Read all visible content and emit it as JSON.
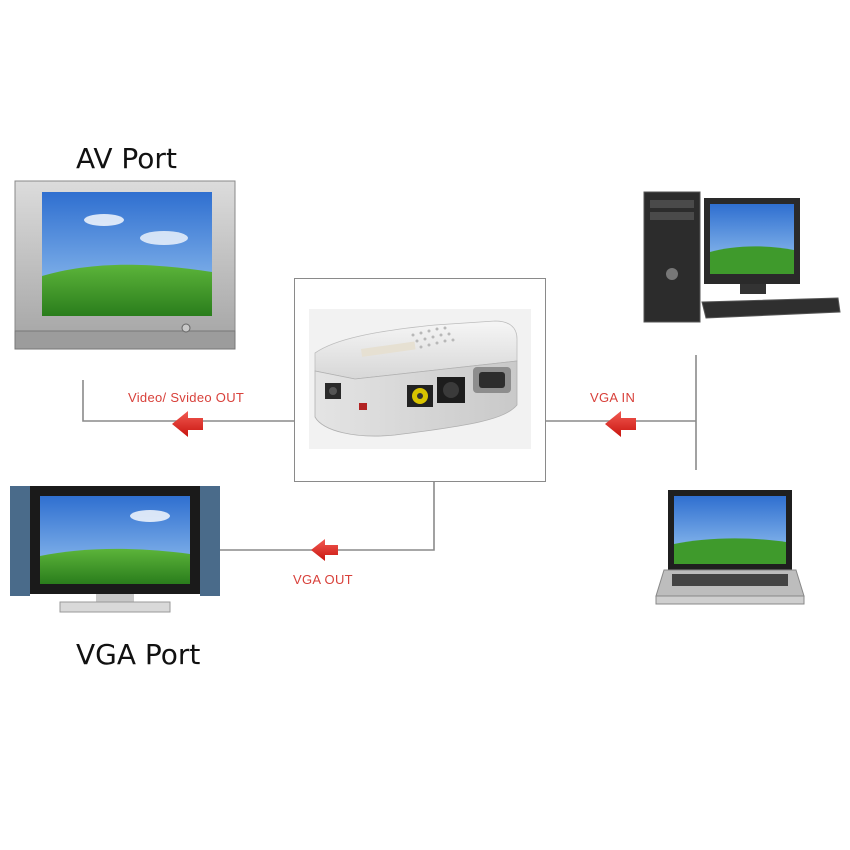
{
  "labels": {
    "av_port": "AV Port",
    "vga_port": "VGA Port",
    "video_svideo_out": "Video/ Svideo OUT",
    "vga_in": "VGA IN",
    "vga_out": "VGA OUT"
  },
  "colors": {
    "label_red": "#d8403a",
    "arrow_red": "#e0231b",
    "line_gray": "#8a8a8a",
    "screen_sky": "#3f86e0",
    "screen_grass": "#3f9a2c"
  },
  "icons": {
    "crt_tv": "crt-tv-icon",
    "flat_monitor": "flat-monitor-icon",
    "desktop_pc": "desktop-pc-icon",
    "laptop": "laptop-icon",
    "converter": "vga-converter-icon"
  }
}
